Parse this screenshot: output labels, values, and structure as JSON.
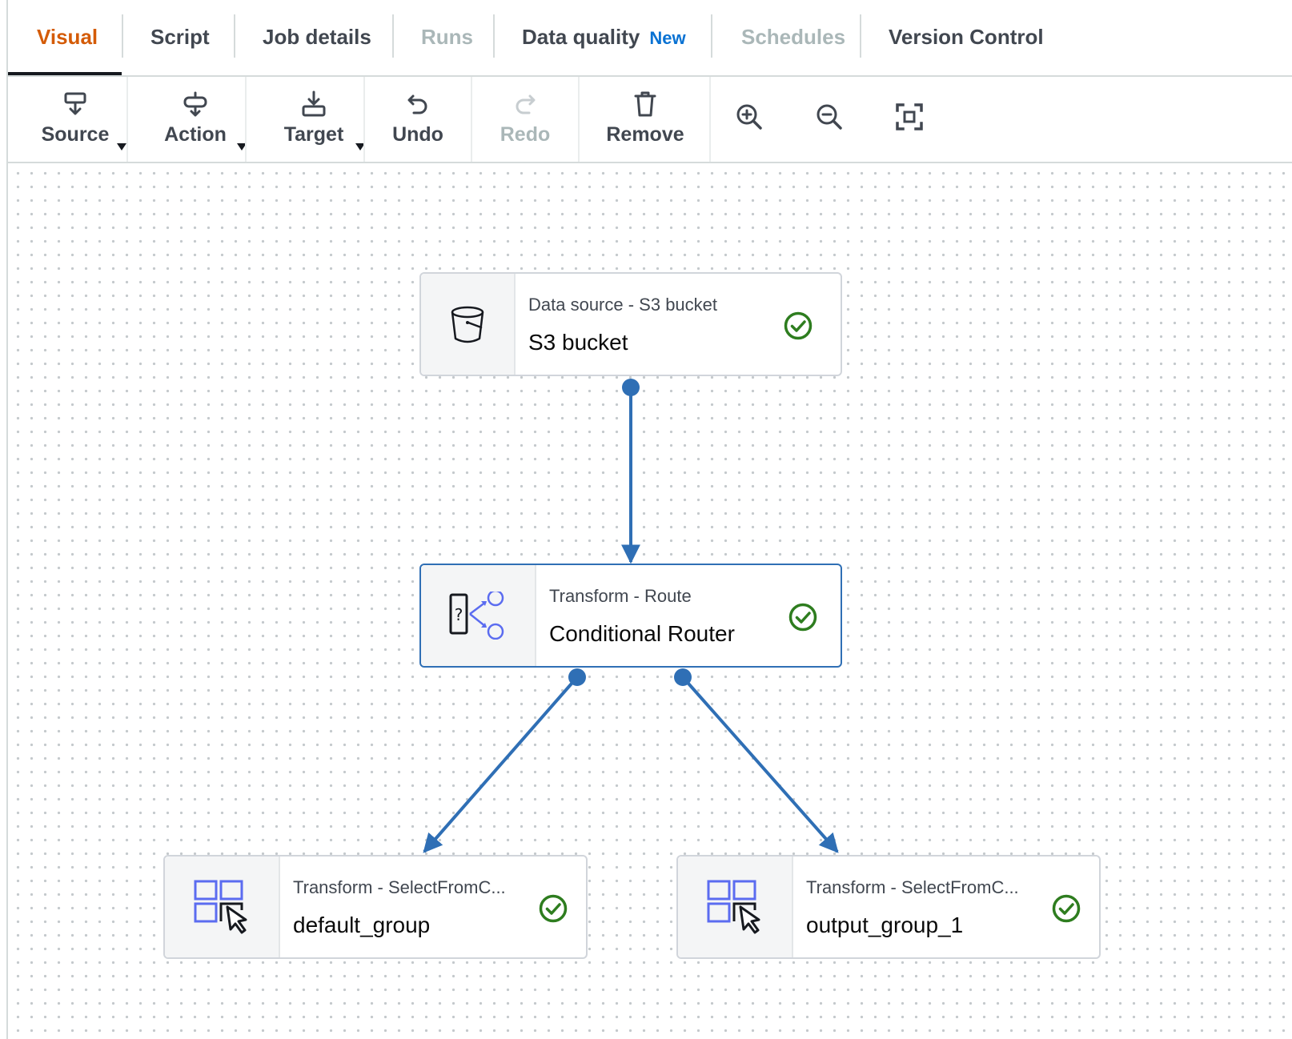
{
  "tabs": [
    {
      "label": "Visual",
      "state": "active"
    },
    {
      "label": "Script",
      "state": "normal"
    },
    {
      "label": "Job details",
      "state": "normal"
    },
    {
      "label": "Runs",
      "state": "disabled"
    },
    {
      "label": "Data quality",
      "badge": "New",
      "state": "normal"
    },
    {
      "label": "Schedules",
      "state": "disabled"
    },
    {
      "label": "Version Control",
      "state": "normal"
    }
  ],
  "toolbar": {
    "source_label": "Source",
    "action_label": "Action",
    "target_label": "Target",
    "undo_label": "Undo",
    "redo_label": "Redo",
    "remove_label": "Remove",
    "icons": [
      "source-icon",
      "action-icon",
      "target-icon",
      "undo-icon",
      "redo-icon",
      "trash-icon",
      "zoom-in-icon",
      "zoom-out-icon",
      "fit-to-screen-icon"
    ]
  },
  "nodes": [
    {
      "type": "Data source - S3 bucket",
      "name": "S3 bucket",
      "icon": "s3-bucket-icon",
      "status": "valid"
    },
    {
      "type": "Transform - Route",
      "name": "Conditional Router",
      "icon": "router-icon",
      "status": "valid"
    },
    {
      "type": "Transform - SelectFromC...",
      "name": "default_group",
      "icon": "select-from-collection-icon",
      "status": "valid"
    },
    {
      "type": "Transform - SelectFromC...",
      "name": "output_group_1",
      "icon": "select-from-collection-icon",
      "status": "valid"
    }
  ],
  "colors": {
    "active_tab": "#d45b07",
    "badge": "#0972d3",
    "edge": "#2f6fb5",
    "valid": "#2e7d1f",
    "icon_accent": "#5b6cf0"
  }
}
